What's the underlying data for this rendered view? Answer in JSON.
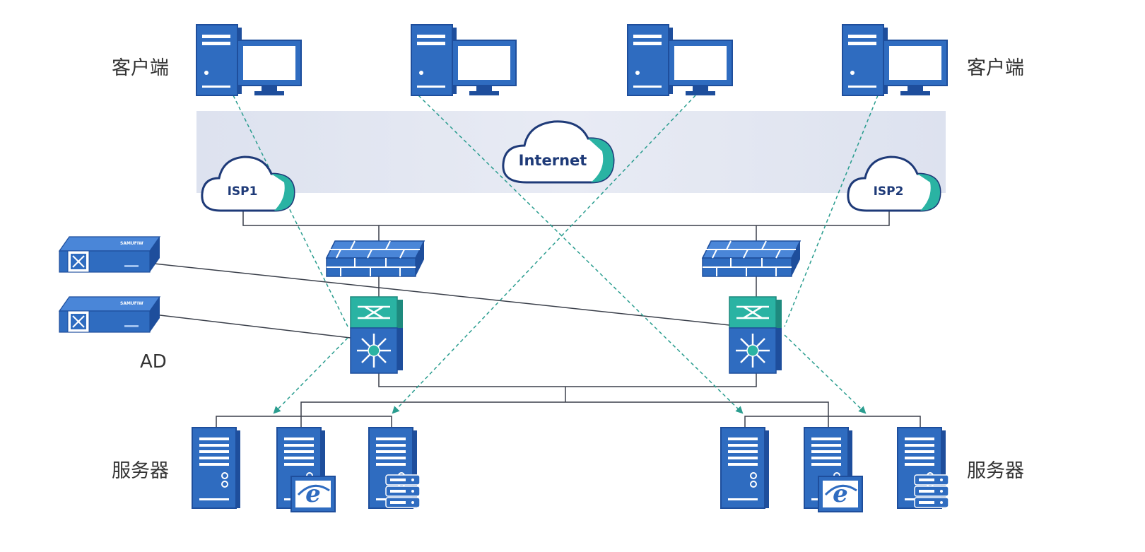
{
  "labels": {
    "client_left": "客户端",
    "client_right": "客户端",
    "server_left": "服务器",
    "server_right": "服务器",
    "ad": "AD"
  },
  "clouds": {
    "internet": "Internet",
    "isp1": "ISP1",
    "isp2": "ISP2"
  },
  "ad_device_brand": "SAMUFIW",
  "icons": {
    "client": "desktop-computer-icon",
    "firewall": "firewall-icon",
    "core_switch": "layer3-switch-icon",
    "ad_device": "ad-appliance-icon",
    "server": "server-tower-icon",
    "web_server": "web-server-icon",
    "storage_server": "storage-server-icon"
  },
  "colors": {
    "device_blue": "#2f6cc0",
    "device_dark": "#1e4e9c",
    "teal": "#2ab3a3",
    "band": "#e3e7f2",
    "dashed": "#2a9d8f",
    "solid_line": "#3a3f4a"
  }
}
